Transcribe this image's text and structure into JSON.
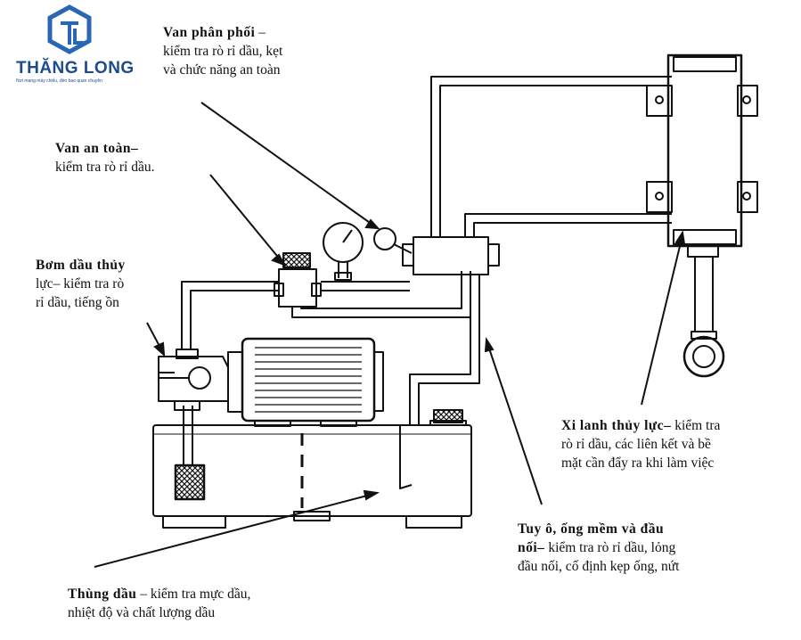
{
  "logo": {
    "name": "THĂNG LONG",
    "tagline": "Nơi mang máy chiếu, đèn bao quan chuyên"
  },
  "labels": {
    "distributor_valve": {
      "title": "Van phân phối",
      "line1_rest": " –",
      "line2": "kiểm tra rò rỉ dầu, kẹt",
      "line3": "và chức năng an toàn"
    },
    "safety_valve": {
      "title": "Van an toàn–",
      "line2": "kiểm tra rò rỉ dầu."
    },
    "pump": {
      "title": "Bơm dầu thủy",
      "line2": "lực– kiểm tra rò",
      "line3": "rỉ dầu, tiếng ồn"
    },
    "cylinder": {
      "title": "Xi lanh thủy lực–",
      "title_rest": " kiểm tra",
      "line2": "rò rỉ dầu, các liên kết và bề",
      "line3": "mặt cần đẩy ra khi làm việc"
    },
    "hoses": {
      "title": "Tuy ô, ống mềm và đầu",
      "line2_bold": "nối–",
      "line2_rest": " kiểm tra rò rỉ dầu, lỏng",
      "line3": "đầu nối, cố định kẹp ống, nứt"
    },
    "tank": {
      "title": "Thùng dầu",
      "title_rest": " – kiểm tra mực dầu,",
      "line2": "nhiệt độ và chất lượng dầu"
    }
  }
}
